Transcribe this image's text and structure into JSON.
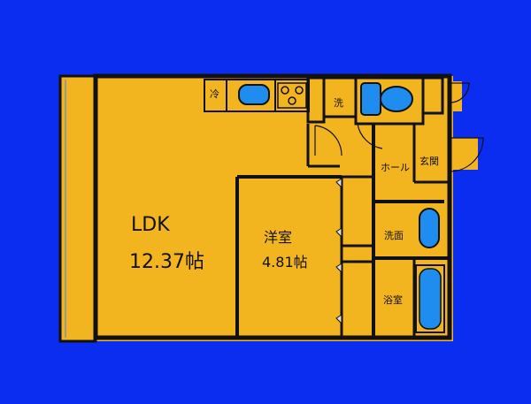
{
  "colors": {
    "background": "#0a2df0",
    "floor": "#f2b51f",
    "fixture": "#1f8cf0",
    "wall": "#111111"
  },
  "rooms": {
    "ldk": {
      "name": "LDK",
      "size": "12.37帖"
    },
    "western_room": {
      "name": "洋室",
      "size": "4.81帖"
    },
    "hall": {
      "name": "ホール"
    },
    "entrance": {
      "name": "玄関"
    },
    "washroom": {
      "name": "洗面"
    },
    "bathroom": {
      "name": "浴室"
    },
    "laundry": {
      "name": "洗"
    },
    "fridge": {
      "name": "冷"
    }
  },
  "fixtures": [
    "sink-icon",
    "stove-icon",
    "toilet-icon",
    "washbasin-icon",
    "bathtub-icon"
  ]
}
